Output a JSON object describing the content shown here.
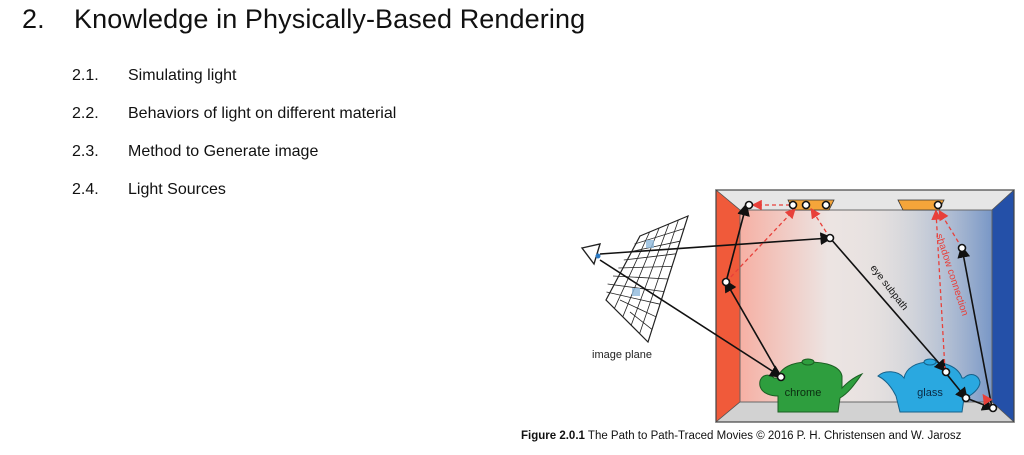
{
  "section": {
    "number": "2.",
    "title": "Knowledge in Physically-Based Rendering"
  },
  "subsections": [
    {
      "number": "2.1.",
      "title": "Simulating light"
    },
    {
      "number": "2.2.",
      "title": "Behaviors of light on different material"
    },
    {
      "number": "2.3.",
      "title": "Method to Generate image"
    },
    {
      "number": "2.4.",
      "title": "Light Sources"
    }
  ],
  "figure": {
    "labels": {
      "image_plane": "image plane",
      "chrome": "chrome",
      "glass": "glass",
      "eye_subpath": "eye subpath",
      "shadow_connection": "shadow connection"
    },
    "caption_id": "Figure 2.0.1",
    "caption_text": "The Path to Path-Traced Movies © 2016 P. H. Christensen and W. Jarosz"
  },
  "colors": {
    "red_wall": "#f05a3a",
    "blue_wall": "#2450a8",
    "chrome_teapot": "#2e9e3e",
    "glass_teapot": "#2aa8e0",
    "light": "#f5a53a",
    "dashed_path": "#e8403a"
  }
}
